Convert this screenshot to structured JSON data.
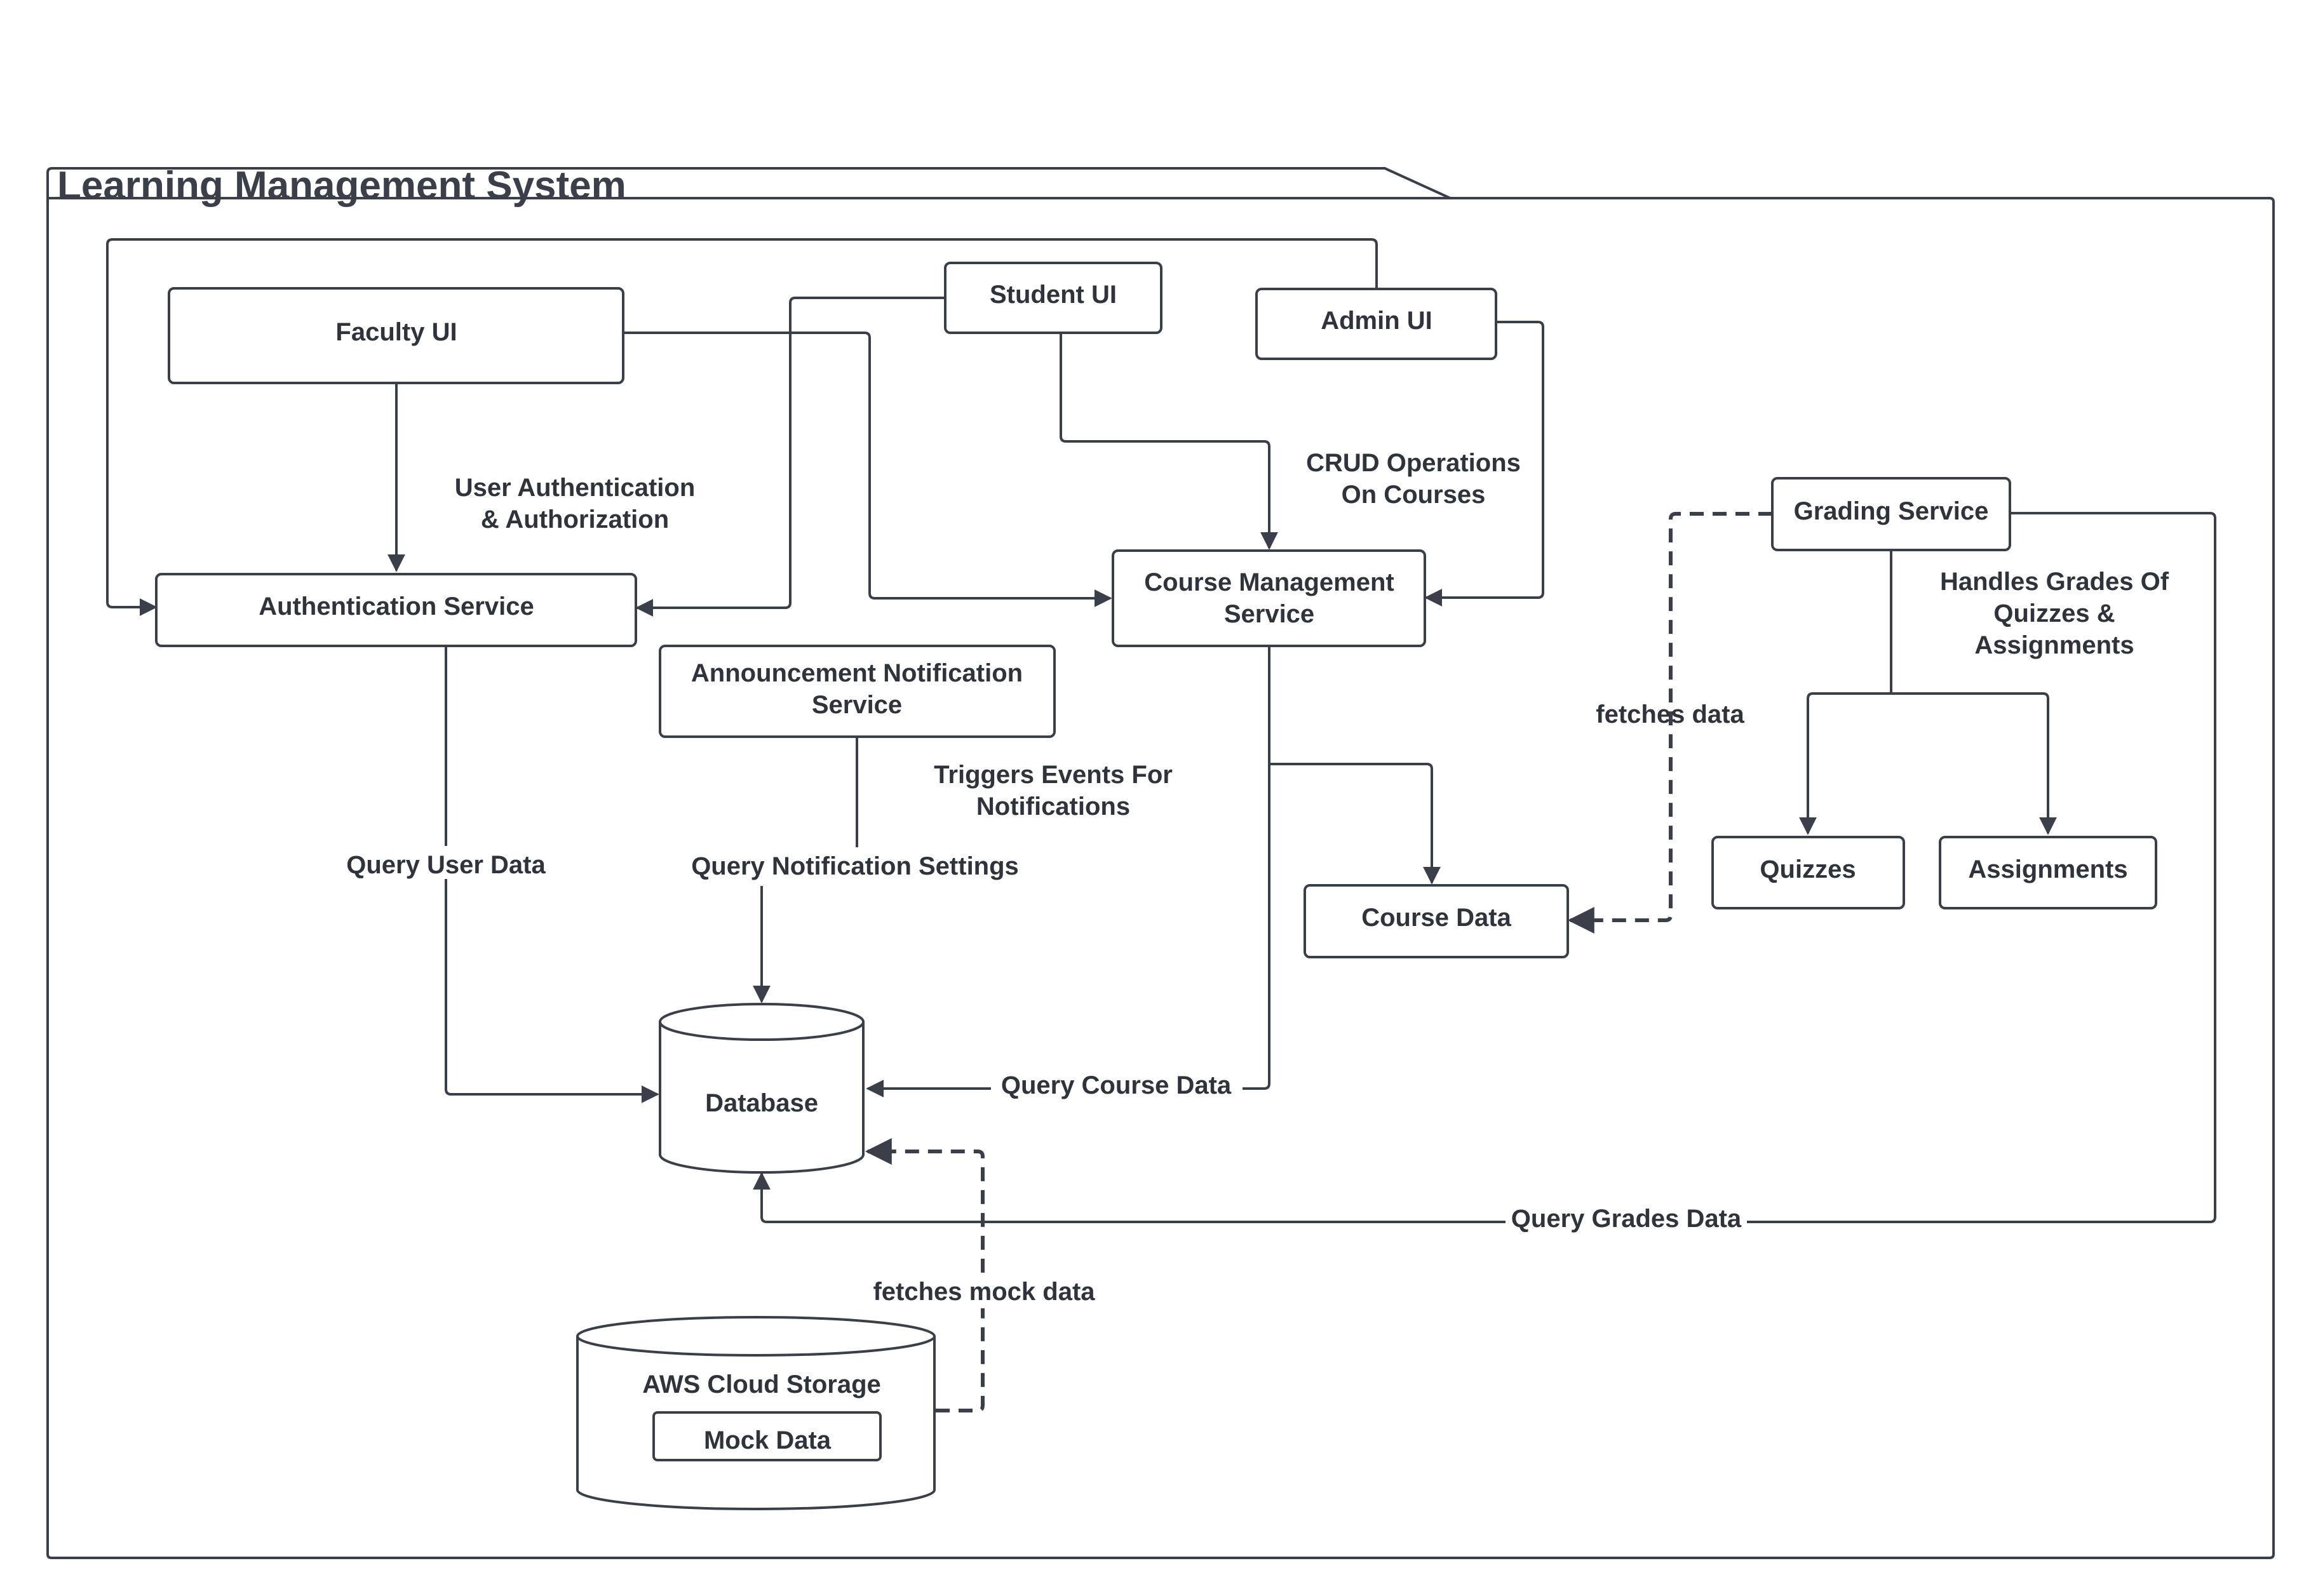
{
  "frame": {
    "title": "Learning Management System"
  },
  "components": {
    "faculty_ui": "Faculty UI",
    "student_ui": "Student UI",
    "admin_ui": "Admin  UI",
    "authentication_service": "Authentication Service",
    "course_management_service": [
      "Course Management",
      "Service"
    ],
    "grading_service": "Grading Service",
    "announcement_notification_service": [
      "Announcement Notification",
      "Service"
    ],
    "course_data": "Course Data",
    "quizzes": "Quizzes",
    "assignments": "Assignments",
    "database": "Database",
    "aws_cloud_storage": "AWS Cloud Storage",
    "mock_data": "Mock Data"
  },
  "connections": {
    "user_auth": [
      "User Authentication",
      "& Authorization"
    ],
    "crud_courses": [
      "CRUD Operations",
      "On Courses"
    ],
    "handles_grades": [
      "Handles Grades Of",
      "Quizzes &",
      "Assignments"
    ],
    "fetches_data": "fetches data",
    "triggers_events": [
      "Triggers Events For",
      "Notifications"
    ],
    "query_user_data": "Query User Data",
    "query_notification_settings": "Query Notification Settings",
    "query_course_data": "Query  Course Data",
    "query_grades_data": "Query Grades Data",
    "fetches_mock_data": "fetches mock data"
  },
  "colors": {
    "stroke": "#3a3f4a",
    "text": "#2f333b",
    "background": "#ffffff"
  }
}
